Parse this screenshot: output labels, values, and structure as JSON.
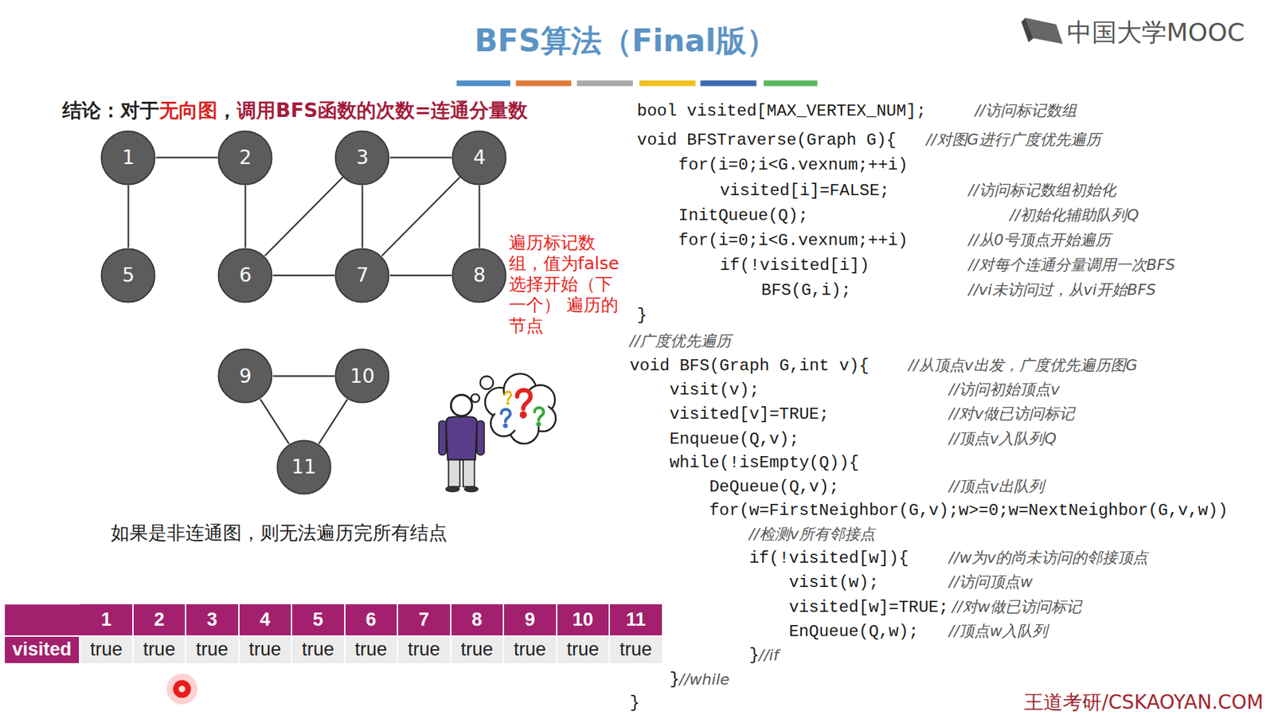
{
  "diagram": {
    "title": "BFS算法（Final版）",
    "nodes": [
      {
        "text": [
          "1"
        ]
      },
      {
        "text": [
          "2"
        ]
      },
      {
        "text": [
          "3"
        ]
      },
      {
        "text": [
          "4"
        ]
      },
      {
        "text": [
          "5"
        ]
      },
      {
        "text": [
          "6"
        ]
      },
      {
        "text": [
          "7"
        ]
      },
      {
        "text": [
          "8"
        ]
      },
      {
        "text": [
          "9"
        ]
      },
      {
        "text": [
          "10"
        ]
      },
      {
        "text": [
          "11"
        ]
      }
    ],
    "edges": [
      {
        "from": 0,
        "to": 1,
        "arrow": "none"
      },
      {
        "from": 0,
        "to": 4,
        "arrow": "none"
      },
      {
        "from": 1,
        "to": 5,
        "arrow": "none"
      },
      {
        "from": 2,
        "to": 3,
        "arrow": "none"
      },
      {
        "from": 2,
        "to": 5,
        "arrow": "none"
      },
      {
        "from": 2,
        "to": 6,
        "arrow": "none"
      },
      {
        "from": 3,
        "to": 6,
        "arrow": "none"
      },
      {
        "from": 3,
        "to": 7,
        "arrow": "none"
      },
      {
        "from": 5,
        "to": 6,
        "arrow": "none"
      },
      {
        "from": 6,
        "to": 7,
        "arrow": "none"
      },
      {
        "from": 8,
        "to": 9,
        "arrow": "none"
      },
      {
        "from": 8,
        "to": 10,
        "arrow": "none"
      },
      {
        "from": 9,
        "to": 10,
        "arrow": "none"
      }
    ],
    "labels": [
      "中国大学MOOC",
      "结论：对于",
      "无向图",
      "，",
      "调用BFS函数的次数=连通分量数",
      "遍历标记数组，值为false 选择开始（下一个） 遍历的节点",
      "如果是非连通图，则无法遍历完所有结点",
      "1",
      "2",
      "3",
      "4",
      "5",
      "6",
      "7",
      "8",
      "9",
      "10",
      "11",
      "visited",
      "true",
      "true",
      "true",
      "true",
      "true",
      "true",
      "true",
      "true",
      "true",
      "true",
      "true",
      "bool visited[MAX_VERTEX_NUM];",
      "//访问标记数组",
      "void BFSTraverse(Graph G){",
      "//对图G进行广度优先遍历",
      "for(i=0;i<G.vexnum;++i)",
      "visited[i]=FALSE;",
      "//访问标记数组初始化",
      "InitQueue(Q);",
      "//初始化辅助队列Q",
      "for(i=0;i<G.vexnum;++i)",
      "//从0号顶点开始遍历",
      "if(!visited[i])",
      "//对每个连通分量调用一次BFS",
      "BFS(G,i);",
      "//vi未访问过，从vi开始BFS",
      "}",
      "//广度优先遍历",
      "void BFS(Graph G,int v){",
      "//从顶点v出发，广度优先遍历图G",
      "visit(v);",
      "//访问初始顶点v",
      "visited[v]=TRUE;",
      "//对v做已访问标记",
      "Enqueue(Q,v);",
      "//顶点v入队列Q",
      "while(!isEmpty(Q)){",
      "DeQueue(Q,v);",
      "//顶点v出队列",
      "for(w=FirstNeighbor(G,v);w>=0;w=NextNeighbor(G,v,w))",
      "//检测v所有邻接点",
      "if(!visited[w]){",
      "//w为v的尚未访问的邻接顶点",
      "visit(w);",
      "//访问顶点w",
      "visited[w]=TRUE;",
      "//对w做已访问标记",
      "EnQueue(Q,w);",
      "//顶点w入队列",
      "}",
      "//if",
      "}",
      "//while",
      "}",
      "王道考研/CSKAOYAN.COM"
    ]
  }
}
